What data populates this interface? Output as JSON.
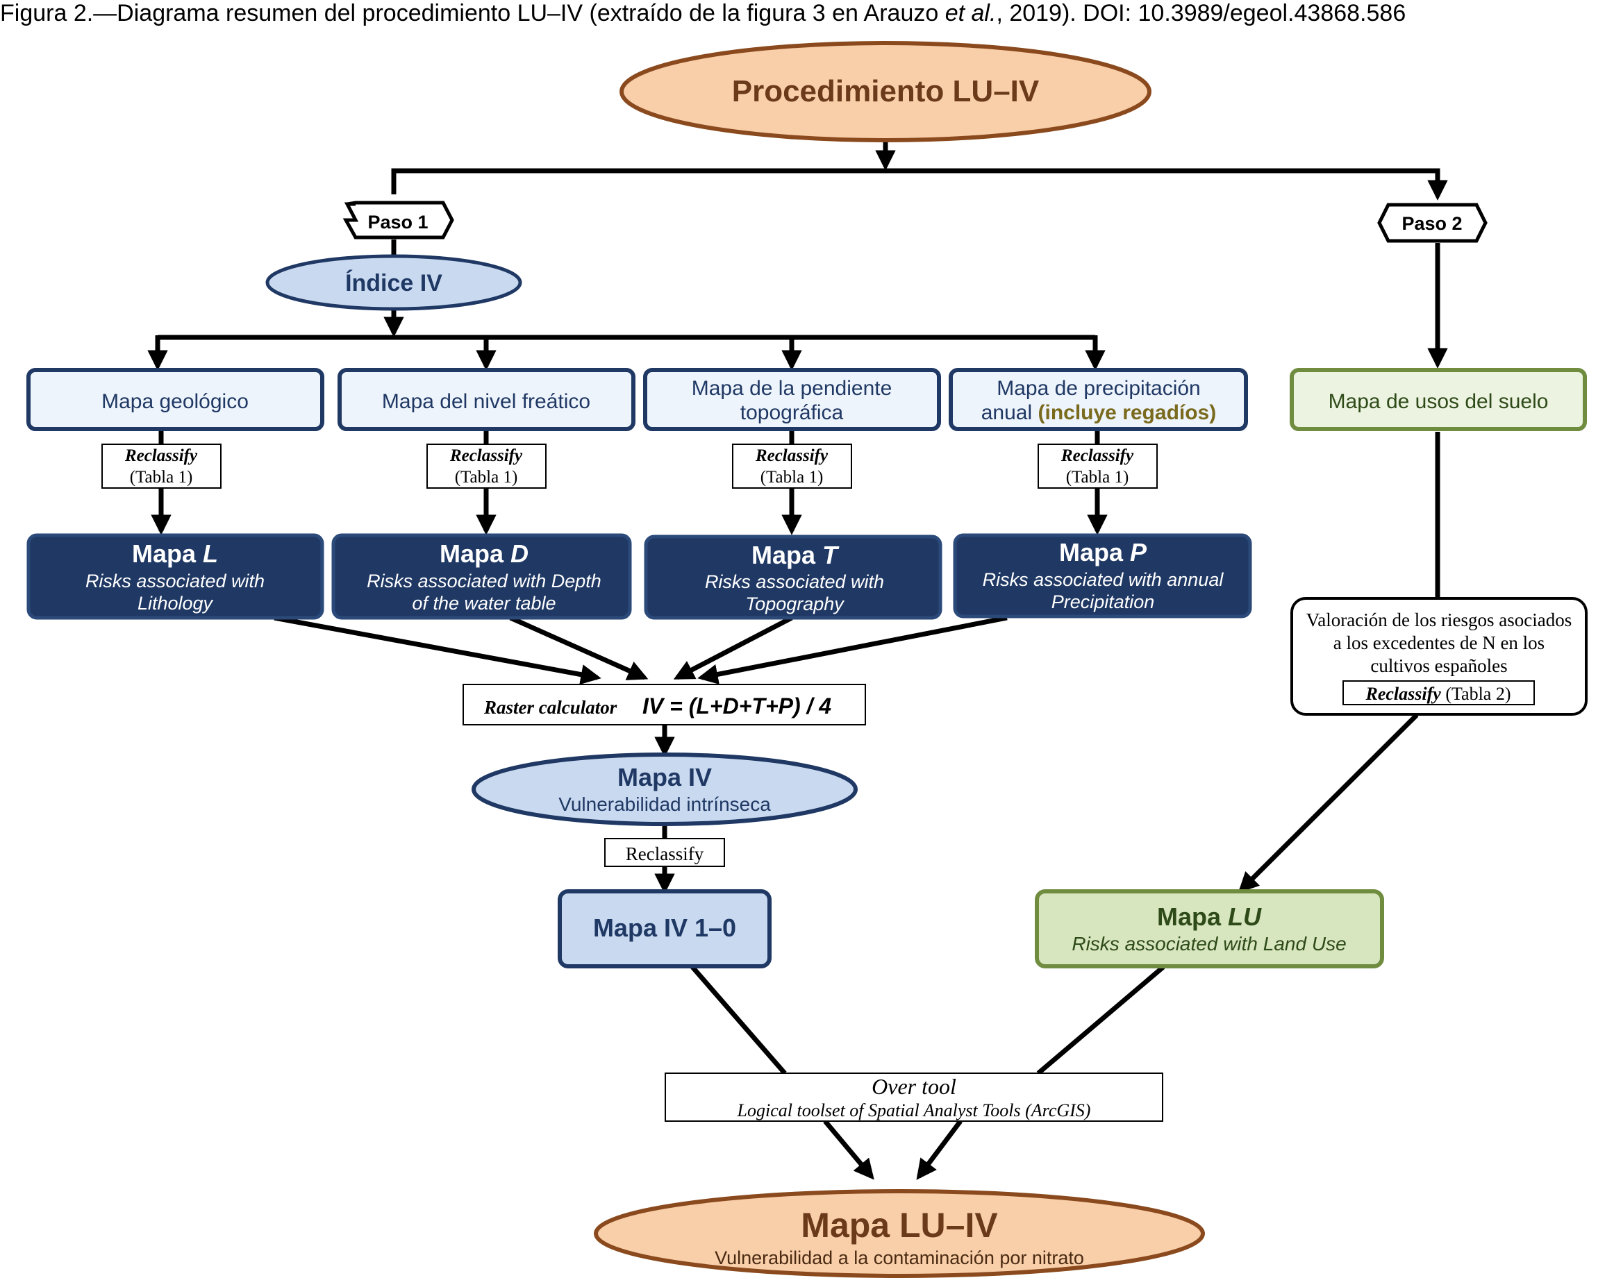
{
  "caption": {
    "prefix": "Figura 2.—Diagrama resumen del procedimiento LU–IV (extraído de la figura 3 en Arauzo ",
    "italic": "et al.",
    "suffix": ", 2019). DOI: 10.3989/egeol.43868.586"
  },
  "colors": {
    "orange_fill": "#f9cfaa",
    "orange_stroke": "#8a4a1e",
    "orange_text": "#6b3a1a",
    "light_blue_fill": "#c9daf0",
    "pale_blue_fill": "#eef4fb",
    "navy_fill": "#1f3864",
    "navy_stroke": "#2b4a7a",
    "green_fill": "#d7e6bf",
    "green_stroke": "#6f8c3f",
    "green_text": "#2e4a18",
    "olive_text": "#7a6a1e"
  },
  "nodes": {
    "procedimiento": "Procedimiento LU–IV",
    "paso1": "Paso 1",
    "paso2": "Paso 2",
    "indice_iv": "Índice IV",
    "mapa_geologico": "Mapa geológico",
    "mapa_nivel_freatico": "Mapa del nivel freático",
    "mapa_pendiente_l1": "Mapa de la pendiente",
    "mapa_pendiente_l2": "topográfica",
    "mapa_precip_l1": "Mapa de precipitación",
    "mapa_precip_l2a": "anual ",
    "mapa_precip_l2b": "(incluye regadíos)",
    "mapa_usos_suelo": "Mapa de usos del suelo",
    "reclassify": "Reclassify",
    "tabla1": "(Tabla 1)",
    "mapa_l": {
      "prefix": "Mapa ",
      "letter": "L",
      "line1": "Risks associated with",
      "line2": "Lithology"
    },
    "mapa_d": {
      "prefix": "Mapa ",
      "letter": "D",
      "line1": "Risks associated with  Depth",
      "line2": "of the water table"
    },
    "mapa_t": {
      "prefix": "Mapa ",
      "letter": "T",
      "line1": "Risks associated with",
      "line2": "Topography"
    },
    "mapa_p": {
      "prefix": "Mapa ",
      "letter": "P",
      "line1": "Risks associated with annual",
      "line2": "Precipitation"
    },
    "raster_label": "Raster calculator",
    "raster_formula": "IV = (L+D+T+P) / 4",
    "mapa_iv_title": "Mapa IV",
    "mapa_iv_sub": "Vulnerabilidad intrínseca",
    "reclassify_plain": "Reclassify",
    "mapa_iv10": "Mapa IV 1–0",
    "valoracion_l1": "Valoración de los riesgos asociados",
    "valoracion_l2": "a los  excedentes de N en  los",
    "valoracion_l3": "cultivos españoles",
    "reclassify2_a": "Reclassify",
    "reclassify2_b": " (Tabla 2)",
    "mapa_lu_prefix": "Mapa ",
    "mapa_lu_letter": "LU",
    "mapa_lu_sub": "Risks associated with Land Use",
    "over_tool": "Over tool",
    "over_tool_sub": "Logical toolset of Spatial Analyst Tools (ArcGIS)",
    "mapa_luiv": "Mapa LU–IV",
    "mapa_luiv_sub": "Vulnerabilidad a la contaminación por nitrato"
  }
}
